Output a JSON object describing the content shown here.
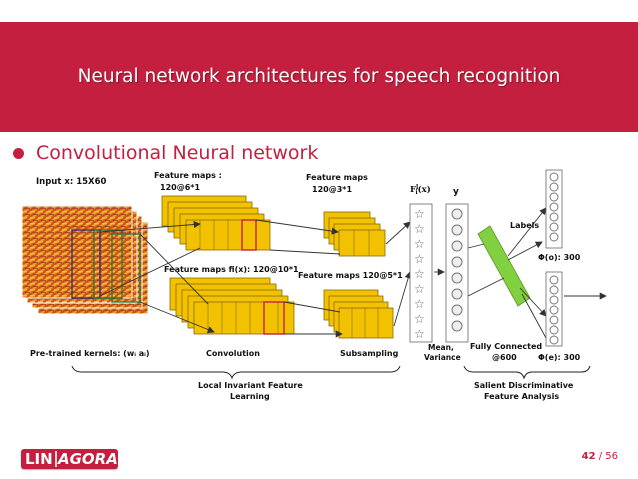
{
  "slide": {
    "title": "Neural network architectures for speech recognition",
    "bullet": "Convolutional Neural network",
    "page_current": "42",
    "page_sep": " / ",
    "page_total": "56",
    "logo_part1": "LIN",
    "logo_part2": "AGORA",
    "accent_color": "#c41f3e"
  },
  "diagram": {
    "input_label": "Input x: 15X60",
    "fmaps_conv_label_1": "Feature maps :",
    "fmaps_conv_label_2": "120@6*1",
    "fmaps_sub_label_1": "Feature maps",
    "fmaps_sub_label_2": "120@3*1",
    "fmaps_fi_label": "Feature maps fi(x): 120@10*1",
    "fmaps_sub2_label": "Feature maps 120@5*1",
    "f_label": "F",
    "f_label_sup": "l",
    "f_label_sub": "i",
    "f_label_tail": "(x)",
    "y_label": "y",
    "labels_label": "Labels",
    "phi_o_label": "Φ(o): 300",
    "phi_e_label": "Φ(e): 300",
    "kernels_label": "Pre-trained kernels: (wᵢ aᵢ)",
    "convolution_label": "Convolution",
    "subsampling_label": "Subsampling",
    "mean_label": "Mean,",
    "variance_label": "Variance",
    "fc_label_1": "Fully Connected",
    "fc_label_2": "@600",
    "lif_label_1": "Local Invariant Feature",
    "lif_label_2": "Learning",
    "sdfa_label_1": "Salient Discriminative",
    "sdfa_label_2": "Feature Analysis",
    "star_glyph": "☆"
  }
}
